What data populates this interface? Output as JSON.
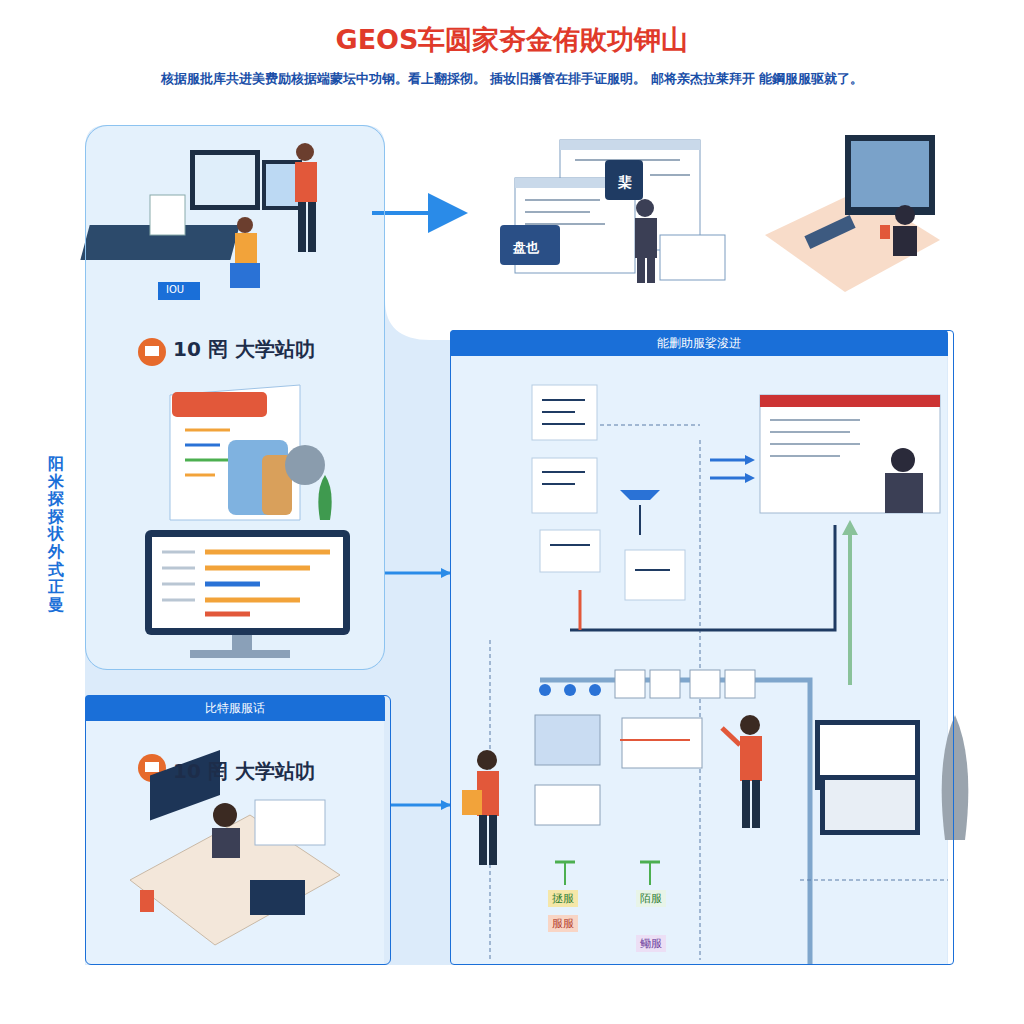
{
  "diagram": {
    "title": "GEOS车圆家夯金侑敗功钾山",
    "nodes": [
      {
        "text": [
          "10 罔 大学站叻"
        ]
      },
      {
        "text": [
          "能删助服娑浚进"
        ]
      },
      {
        "text": [
          "比特服服话",
          "10 罔 大学站叻"
        ]
      }
    ],
    "edges": [
      {
        "from": 0,
        "to": 1,
        "arrow": "to"
      },
      {
        "from": 2,
        "to": 1,
        "arrow": "to"
      }
    ],
    "labels": [
      "核据服批库共进美费励核据端蒙坛中功钢。看上翻採彻。 插妆旧播管在排手证服明。 邮将亲杰拉莱拜开 能鋼服服驱就了。",
      "阳米探探状外式正曼",
      "棐",
      "盘也",
      "IOU",
      "拯服",
      "陌服",
      "服服",
      "鳓服"
    ]
  }
}
